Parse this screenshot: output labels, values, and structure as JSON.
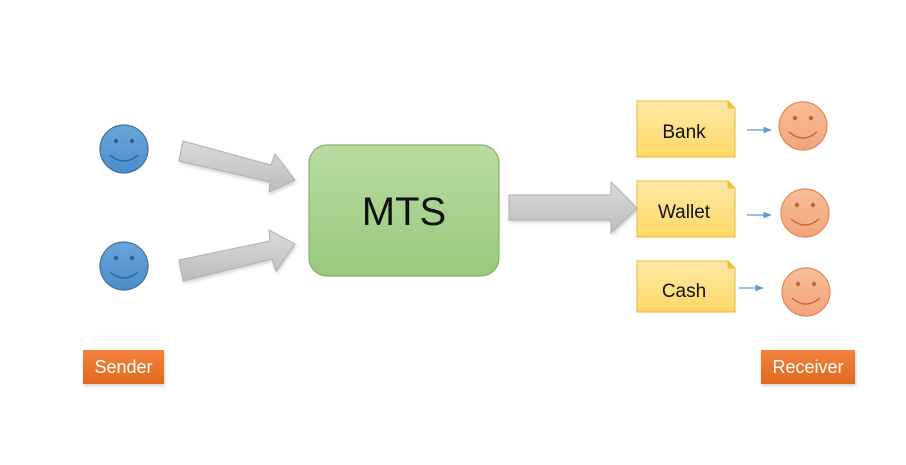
{
  "center": {
    "label": "MTS"
  },
  "channels": [
    {
      "label": "Bank"
    },
    {
      "label": "Wallet"
    },
    {
      "label": "Cash"
    }
  ],
  "tags": {
    "sender": "Sender",
    "receiver": "Receiver"
  },
  "colors": {
    "sender_face": "#5b9bd5",
    "receiver_face": "#f4b183",
    "center_box": "#a9d18e",
    "channel_box": "#ffd966",
    "tag": "#ed7d31",
    "big_arrow": "#c9c9c9",
    "small_arrow": "#5b9bd5"
  },
  "icons": [
    "smiley-face-icon",
    "arrow-right-icon",
    "folded-corner-note-icon"
  ]
}
